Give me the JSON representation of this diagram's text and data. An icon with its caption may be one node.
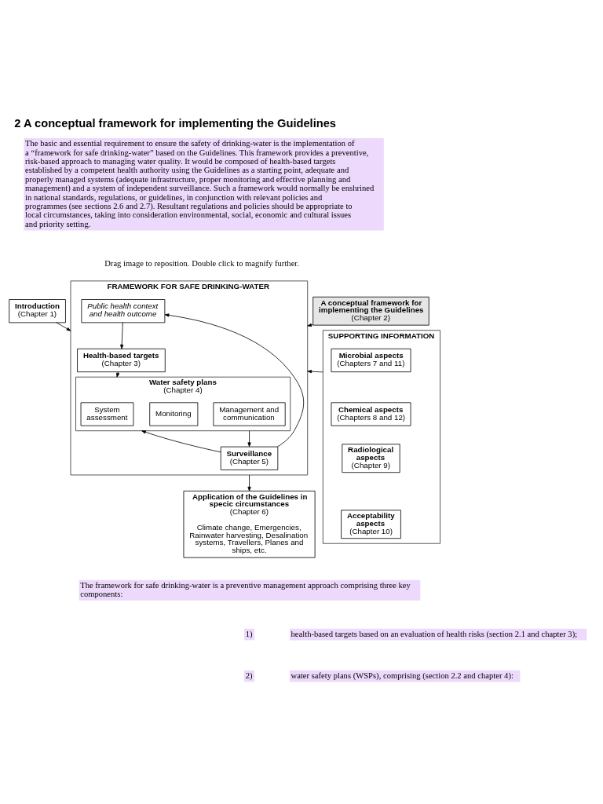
{
  "diagram": {
    "title": "2 A conceptual framework for implementing the Guidelines",
    "nodes": [
      {
        "text": [
          "Introduction",
          "(Chapter 1)"
        ]
      },
      {
        "text": [
          "A conceptual framework for implementing the Guidelines",
          "(Chapter 2)"
        ]
      },
      {
        "text": [
          "FRAMEWORK FOR SAFE DRINKING-WATER"
        ]
      },
      {
        "text": [
          "Health-based targets",
          "(Chapter 3)"
        ],
        "in": 2
      },
      {
        "text": [
          "Public health context and health outcome"
        ],
        "in": 2
      },
      {
        "text": [
          "Water safety plans",
          "(Chapter 4)"
        ],
        "in": 2
      },
      {
        "text": [
          "System assessment"
        ],
        "in": 5
      },
      {
        "text": [
          "Monitoring"
        ],
        "in": 5
      },
      {
        "text": [
          "Management and communication"
        ],
        "in": 5
      },
      {
        "text": [
          "Surveillance",
          "(Chapter 5)"
        ],
        "in": 2
      },
      {
        "text": [
          "SUPPORTING INFORMATION"
        ]
      },
      {
        "text": [
          "Microbial aspects",
          "(Chapters 7 and 11)"
        ],
        "in": 10
      },
      {
        "text": [
          "Chemical aspects",
          "(Chapters 8 and 12)"
        ],
        "in": 10
      },
      {
        "text": [
          "Radiological aspects",
          "(Chapter 9)"
        ],
        "in": 10
      },
      {
        "text": [
          "Acceptability aspects",
          "(Chapter 10)"
        ],
        "in": 10
      },
      {
        "text": [
          "Application of the Guidelines in specic circumstances",
          "(Chapter 6)",
          "Climate change, Emergencies, Rainwater harvesting, Desalination systems, Travellers, Planes and ships, etc."
        ]
      }
    ],
    "edges": [
      {
        "from": 0,
        "to": 2,
        "arrow": "to"
      },
      {
        "from": 1,
        "to": 2,
        "arrow": "to"
      },
      {
        "from": 4,
        "to": 3,
        "arrow": "to"
      },
      {
        "from": 3,
        "to": 5,
        "arrow": "to"
      },
      {
        "from": 5,
        "to": 9,
        "arrow": "to"
      },
      {
        "from": 9,
        "to": 4,
        "arrow": "to"
      },
      {
        "from": 9,
        "to": 5,
        "arrow": "to"
      },
      {
        "from": 10,
        "to": 2,
        "arrow": "to"
      },
      {
        "from": 2,
        "to": 15,
        "arrow": "to"
      }
    ],
    "labels": [
      "The basic and essential requirement to ensure the safety of drinking-water is the implementation of a “framework for safe drinking-water” based on the Guidelines. This framework provides a preventive, risk-based approach to managing water quality. It would be composed of health-based targets established by a competent health authority using the Guidelines as a starting point, adequate and properly managed systems (adequate infrastructure, proper monitoring and effective planning and management) and a system of independent surveillance. Such a framework would normally be enshrined in national standards, regulations, or guidelines, in conjunction with relevant policies and programmes (see sections 2.6 and 2.7). Resultant regulations and policies should be appropriate to local circumstances, taking into consideration environmental, social, economic and cultural issues and priority setting.",
      "Drag image to reposition. Double click to magnify further.",
      "The framework for safe drinking-water is a preventive management approach comprising three key components:",
      "1)",
      "health-based targets based on an evaluation of health risks (section 2.1 and chapter 3);",
      "2)",
      "water safety plans (WSPs), comprising (section 2.2 and chapter 4):"
    ]
  }
}
